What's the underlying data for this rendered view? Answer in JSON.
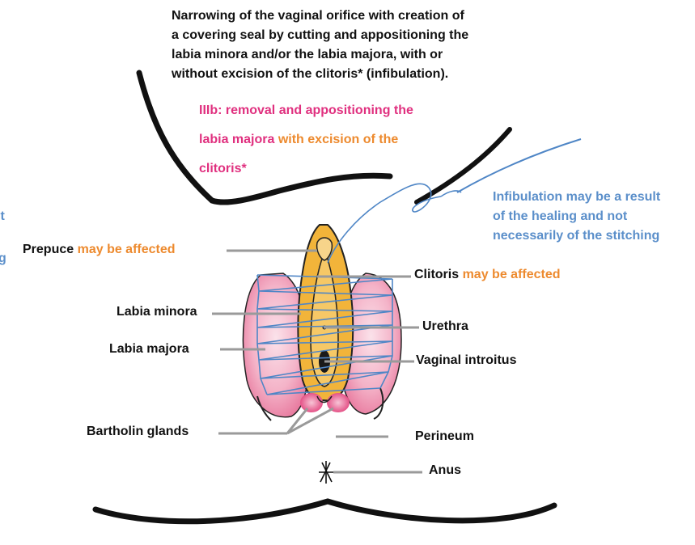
{
  "header": {
    "lines": [
      "Narrowing of the vaginal orifice with creation of",
      "a covering seal by cutting and appositioning the",
      "labia minora and/or the labia majora, with or",
      "without excision of the clitoris* (infibulation)."
    ]
  },
  "subtype": {
    "line1": "IIIb: removal and appositioning the",
    "line2_pre": "labia majora ",
    "line2_with": "with excision of the",
    "line3": "clitoris*"
  },
  "note": {
    "lines": [
      "Infibulation may be a result",
      "of the healing and not",
      "necessarily of the stitching"
    ],
    "cropped_left": [
      "lt",
      "g"
    ]
  },
  "labels": {
    "prepuce": "Prepuce",
    "prepuce_note": "may be affected",
    "clitoris": "Clitoris",
    "clitoris_note": "may be affected",
    "labia_minora": "Labia minora",
    "urethra": "Urethra",
    "labia_majora": "Labia majora",
    "vaginal_introitus": "Vaginal introitus",
    "bartholin": "Bartholin glands",
    "perineum": "Perineum",
    "anus": "Anus"
  },
  "colors": {
    "pink": "#e0307f",
    "orange": "#ed8a2e",
    "blue": "#5b8fca",
    "labia_fill": "#f2a3be",
    "minora_fill": "#f2b43a",
    "leader": "#999999"
  }
}
